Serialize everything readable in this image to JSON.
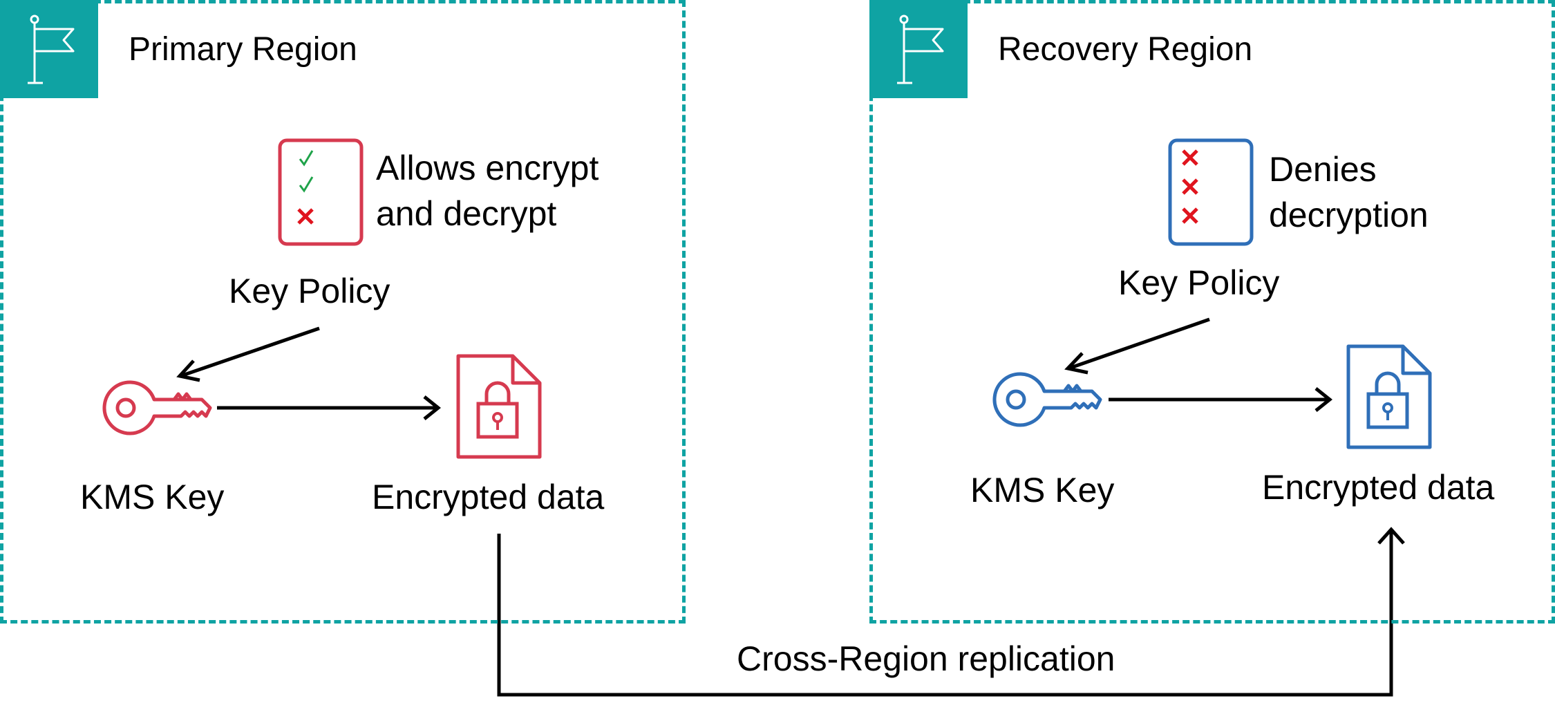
{
  "regions": [
    {
      "title": "Primary Region",
      "policy_label": "Key Policy",
      "policy_text": [
        "Allows encrypt",
        "and decrypt"
      ],
      "policy_marks": [
        "check",
        "check",
        "cross"
      ],
      "key_label": "KMS Key",
      "data_label": "Encrypted data",
      "accent": "#d63a4f",
      "icons": {
        "flag": "flag-icon",
        "policy": "policy-document-icon",
        "key": "key-icon",
        "data": "encrypted-file-icon"
      }
    },
    {
      "title": "Recovery Region",
      "policy_label": "Key Policy",
      "policy_text": [
        "Denies",
        "decryption"
      ],
      "policy_marks": [
        "cross",
        "cross",
        "cross"
      ],
      "key_label": "KMS Key",
      "data_label": "Encrypted data",
      "accent": "#2f6fb8",
      "icons": {
        "flag": "flag-icon",
        "policy": "policy-document-icon",
        "key": "key-icon",
        "data": "encrypted-file-icon"
      }
    }
  ],
  "replication_label": "Cross-Region replication",
  "colors": {
    "region_border": "#0fa3a3",
    "check": "#1fa34a",
    "cross": "#e0141e",
    "connector": "#000000"
  }
}
